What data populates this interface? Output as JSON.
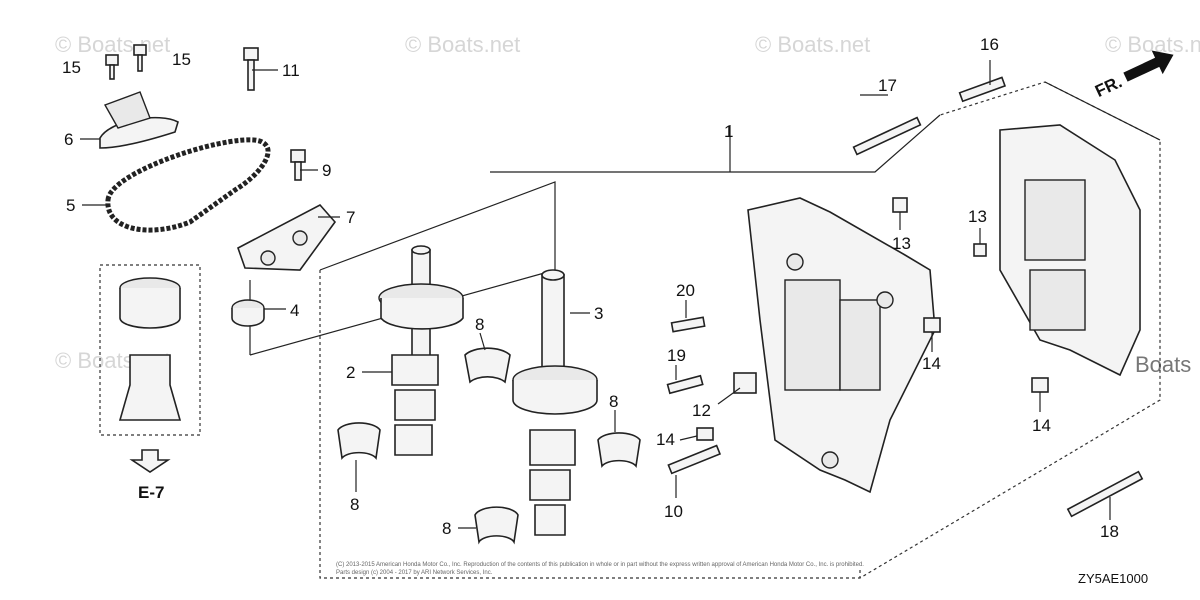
{
  "watermarks": [
    "© Boats.net",
    "© Boats.net",
    "© Boats.net",
    "© Boats.net",
    "© Boats.net",
    "Boats"
  ],
  "callouts": {
    "c1": "1",
    "c2": "2",
    "c3": "3",
    "c4": "4",
    "c5": "5",
    "c6": "6",
    "c7": "7",
    "c8a": "8",
    "c8b": "8",
    "c8c": "8",
    "c8d": "8",
    "c9": "9",
    "c10": "10",
    "c11": "11",
    "c12": "12",
    "c13a": "13",
    "c13b": "13",
    "c14a": "14",
    "c14b": "14",
    "c14c": "14",
    "c15a": "15",
    "c15b": "15",
    "c16": "16",
    "c17": "17",
    "c18": "18",
    "c19": "19",
    "c20": "20"
  },
  "direction_label": "FR.",
  "reference_label": "E-7",
  "diagram_code": "ZY5AE1000",
  "copyright_line1": "(C) 2013-2015 American Honda Motor Co., Inc. Reproduction of the contents of this publication in whole or in part without the express written approval of American Honda Motor Co., Inc. is prohibited.",
  "copyright_line2": "Parts design (c) 2004 - 2017 by ARI Network Services, Inc."
}
